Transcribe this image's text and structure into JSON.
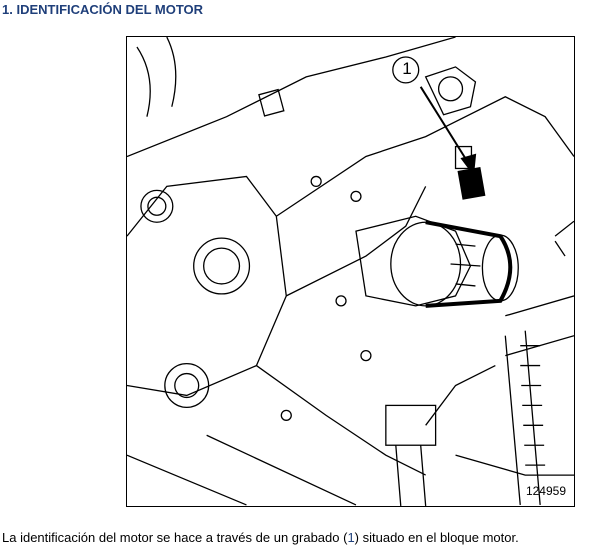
{
  "section": {
    "title": "1. IDENTIFICACIÓN DEL MOTOR"
  },
  "figure": {
    "callout": "1",
    "figure_number": "124959"
  },
  "caption": {
    "before": "La identificación del motor se hace a través de un grabado (",
    "ref": "1",
    "after": ") situado en el bloque motor."
  }
}
